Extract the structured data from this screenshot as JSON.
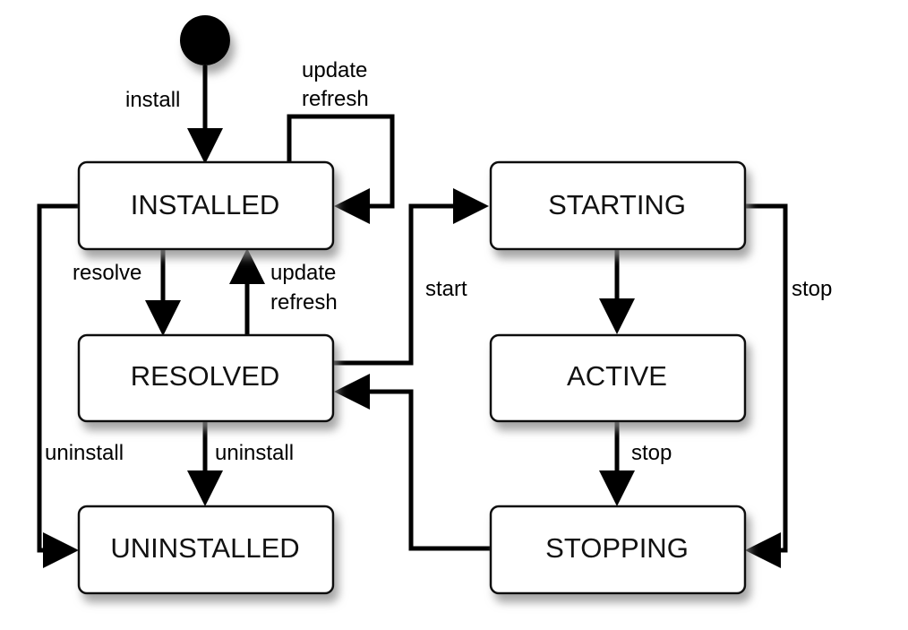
{
  "states": {
    "installed": "INSTALLED",
    "resolved": "RESOLVED",
    "uninstalled": "UNINSTALLED",
    "starting": "STARTING",
    "active": "ACTIVE",
    "stopping": "STOPPING"
  },
  "transitions": {
    "install": "install",
    "update_refresh_self_line1": "update",
    "update_refresh_self_line2": "refresh",
    "resolve": "resolve",
    "update_refresh_back_line1": "update",
    "update_refresh_back_line2": "refresh",
    "uninstall_from_installed": "uninstall",
    "uninstall_from_resolved": "uninstall",
    "start": "start",
    "stop_starting": "stop",
    "stop_active": "stop"
  },
  "colors": {
    "stroke": "#000000",
    "box_fill": "#ffffff",
    "shadow": "#888888"
  }
}
